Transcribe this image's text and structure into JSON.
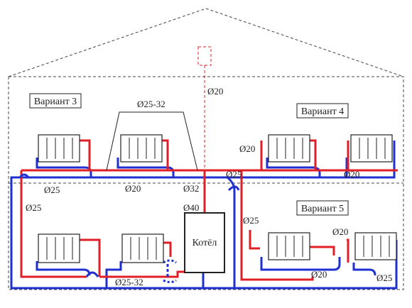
{
  "labels": {
    "variant3": "Вариант 3",
    "variant4": "Вариант 4",
    "variant5": "Вариант 5",
    "boiler": "Котёл",
    "d20_top": "Ø20",
    "d25_32_top": "Ø25-32",
    "d20_v4": "Ø20",
    "d25_v4": "Ø25",
    "d20_v4b": "Ø20",
    "d25_left": "Ø25",
    "d20_mid": "Ø20",
    "d32": "Ø32",
    "d25_leftv": "Ø25",
    "d40": "Ø40",
    "d25_v5": "Ø25",
    "d20_v5a": "Ø20",
    "d20_v5b": "Ø20",
    "d25_v5b": "Ø25",
    "d25_32_bottom": "Ø25-32"
  },
  "colors": {
    "supply": "#e01f26",
    "return": "#1f2fd0"
  }
}
